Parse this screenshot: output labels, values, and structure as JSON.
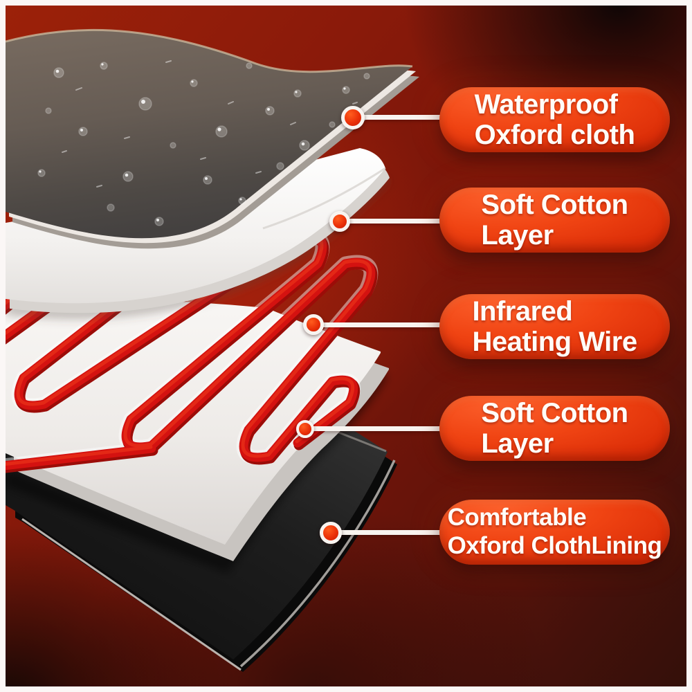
{
  "diagram": {
    "callouts": [
      {
        "line1": "Waterproof",
        "line2": "Oxford cloth"
      },
      {
        "line1": "Soft Cotton",
        "line2": "Layer"
      },
      {
        "line1": "Infrared",
        "line2": "Heating Wire"
      },
      {
        "line1": "Soft Cotton",
        "line2": "Layer"
      },
      {
        "line1": "Comfortable",
        "line2": "Oxford ClothLining"
      }
    ],
    "colors": {
      "label_accent": "#e8380f",
      "background_red": "#7c1608",
      "wire_red": "#d41210",
      "label_text": "#fffdf8",
      "frame": "#ffffff"
    }
  }
}
